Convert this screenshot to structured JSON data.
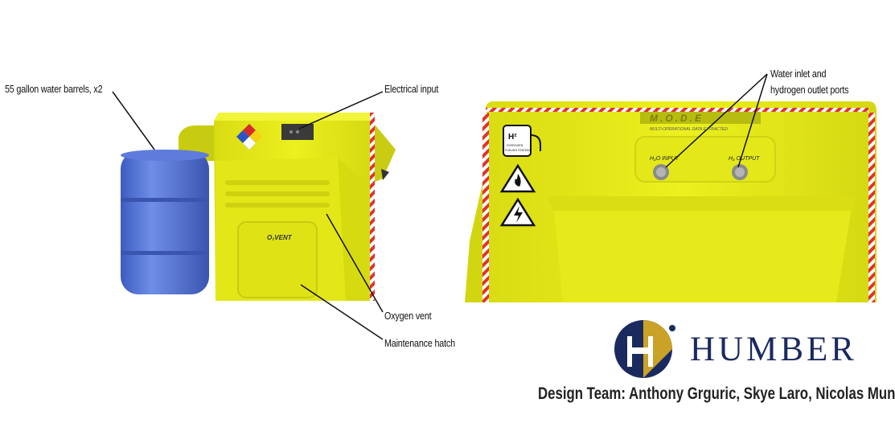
{
  "callouts": {
    "water_barrels": "55 gallon water barrels, x2",
    "electrical_input": "Electrical input",
    "oxygen_vent": "Oxygen vent",
    "maintenance_hatch": "Maintenance hatch",
    "water_inlet": "Water inlet and\nhydrogen outlet ports"
  },
  "left_unit": {
    "vent_label": "O₂VENT"
  },
  "right_unit": {
    "brand": "M.O.D.E",
    "brand_sub": "MULTI-OPERATIONAL DATA EXTRACTED",
    "port_input": "H₂O INPUT",
    "port_output": "H₂ OUTPUT",
    "station_sign": {
      "title": "H²",
      "line1": "HYDROGEN",
      "line2": "FUELING STATION"
    }
  },
  "logo": {
    "name": "HUMBER"
  },
  "credits": "Design Team: Anthony Grguric, Skye Laro, Nicolas Munoz",
  "colors": {
    "body": "#e8ec1a",
    "barrel": "#4f72d2",
    "stripe_red": "#e0322b",
    "logo_navy": "#1b2a5e",
    "logo_gold": "#c9a227"
  }
}
